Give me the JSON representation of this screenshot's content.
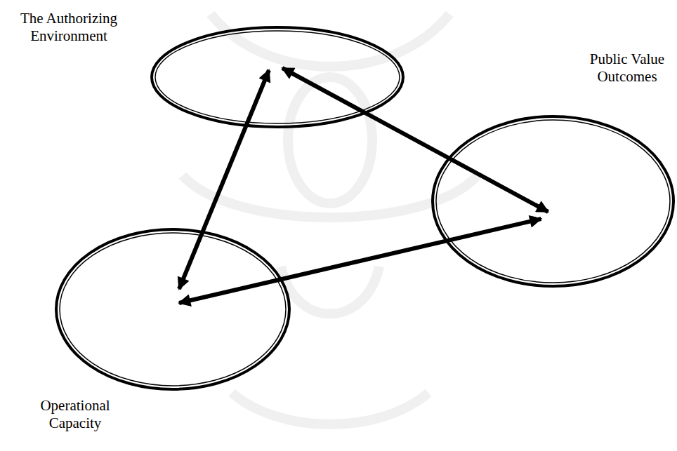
{
  "diagram": {
    "nodes": [
      {
        "text": [
          "The Authorizing Environment"
        ]
      },
      {
        "text": [
          "Public Value Outcomes"
        ]
      },
      {
        "text": [
          "Operational Capacity"
        ]
      }
    ],
    "edges": [
      {
        "from": 0,
        "to": 2,
        "arrow": "both"
      },
      {
        "from": 0,
        "to": 1,
        "arrow": "both"
      },
      {
        "from": 2,
        "to": 1,
        "arrow": "both"
      }
    ]
  }
}
